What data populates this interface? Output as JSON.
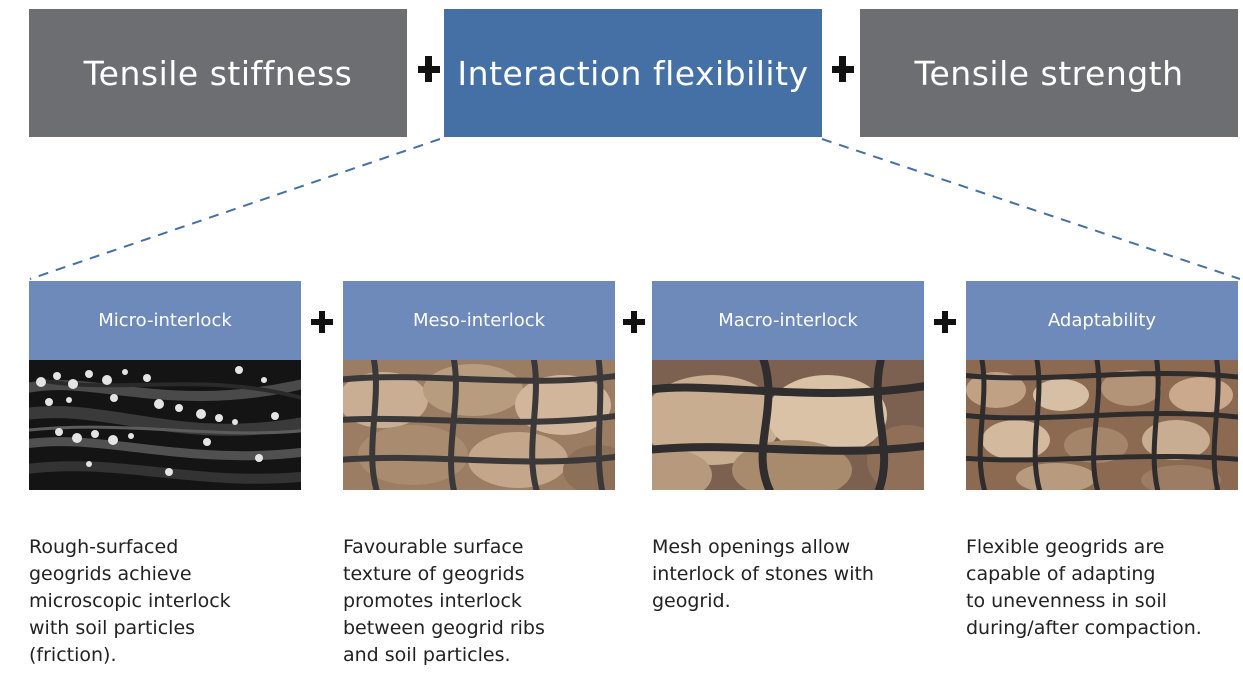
{
  "top_row": {
    "left_label": "Tensile stiffness",
    "center_label": "Interaction flexibility",
    "right_label": "Tensile strength"
  },
  "cards": [
    {
      "label": "Micro-interlock",
      "description": "Rough-surfaced\ngeogrids achieve\nmicroscopic interlock\nwith soil particles\n(friction)."
    },
    {
      "label": "Meso-interlock",
      "description": "Favourable surface\ntexture of geogrids\npromotes interlock\nbetween geogrid ribs\nand soil particles."
    },
    {
      "label": "Macro-interlock",
      "description": "Mesh openings allow\ninterlock of stones with\ngeogrid."
    },
    {
      "label": "Adaptability",
      "description": "Flexible geogrids are\ncapable of adapting\nto unevenness in soil\nduring/after compaction."
    }
  ],
  "colors": {
    "gray_box": "#6d6e71",
    "blue_box": "#4570a6",
    "card_header": "#6d8abb",
    "connector": "#4570a6"
  }
}
